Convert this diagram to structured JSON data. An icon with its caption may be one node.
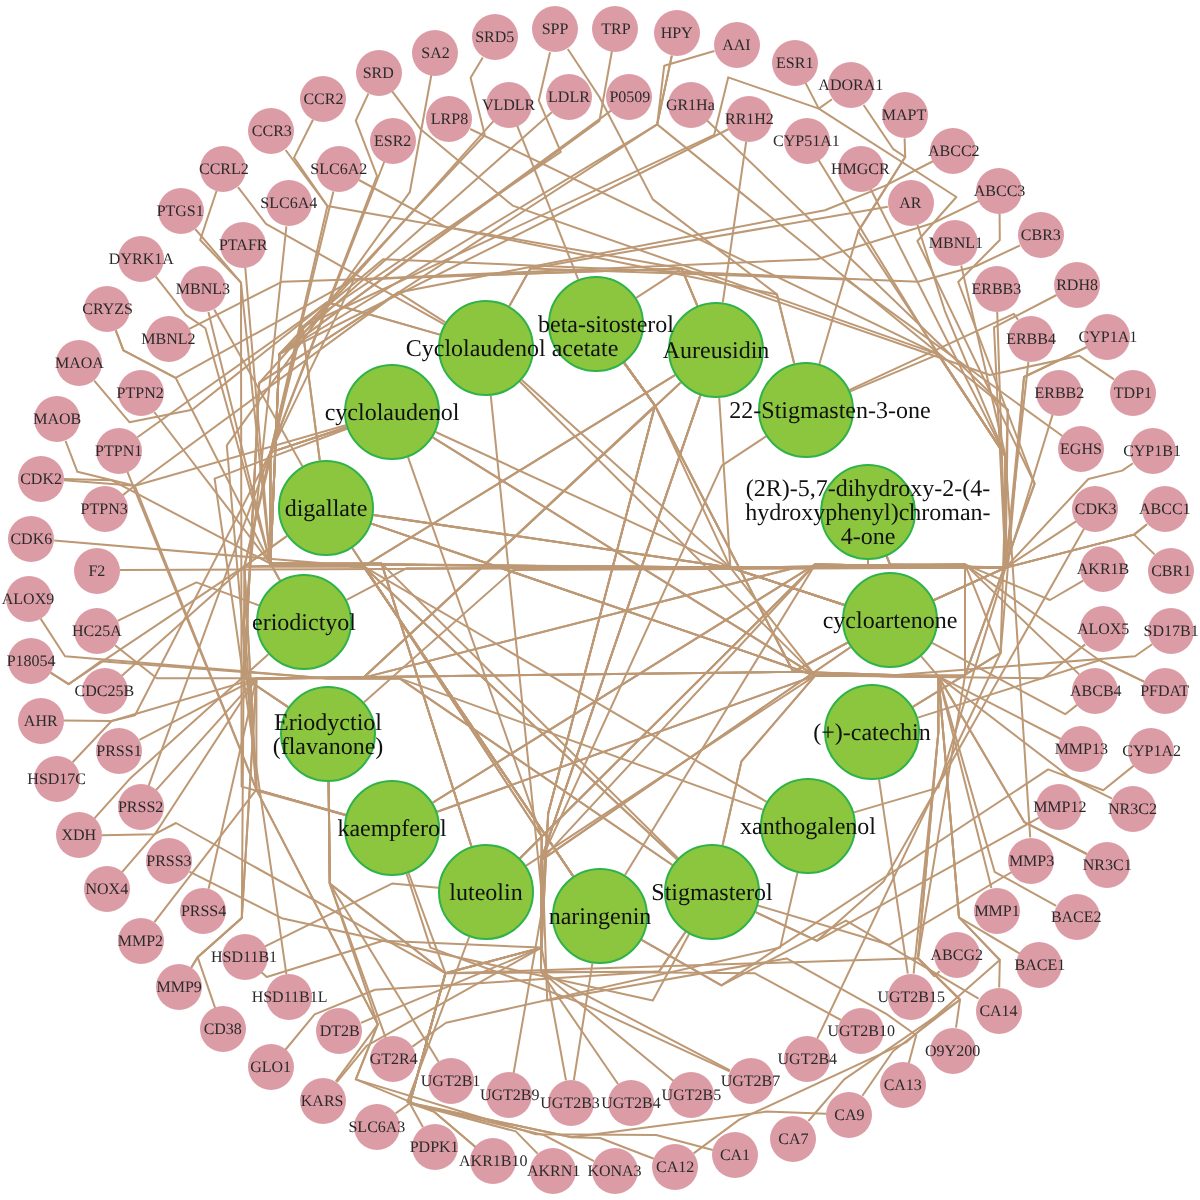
{
  "diagram": {
    "nodes": [
      {
        "text": [
          "beta-sitosterol"
        ]
      },
      {
        "text": [
          "Aureusidin"
        ]
      },
      {
        "text": [
          "22-Stigmasten-3-one"
        ]
      },
      {
        "text": [
          "(2R)-5,7-dihydroxy-2-(4-hydroxyphenyl)chroman-4-one"
        ]
      },
      {
        "text": [
          "cycloartenone"
        ]
      },
      {
        "text": [
          "(+)-catechin"
        ]
      },
      {
        "text": [
          "xanthogalenol"
        ]
      },
      {
        "text": [
          "Stigmasterol"
        ]
      },
      {
        "text": [
          "naringenin"
        ]
      },
      {
        "text": [
          "luteolin"
        ]
      },
      {
        "text": [
          "kaempferol"
        ]
      },
      {
        "text": [
          "Eriodyctiol (flavanone)"
        ]
      },
      {
        "text": [
          "eriodictyol"
        ]
      },
      {
        "text": [
          "digallate"
        ]
      },
      {
        "text": [
          "cyclolaudenol"
        ]
      },
      {
        "text": [
          "Cyclolaudenol acetate"
        ]
      },
      {
        "text": [
          "TRP"
        ]
      },
      {
        "text": [
          "HPY"
        ]
      },
      {
        "text": [
          "AAI"
        ]
      },
      {
        "text": [
          "ESR1"
        ]
      },
      {
        "text": [
          "ADORA1"
        ]
      },
      {
        "text": [
          "MAPT"
        ]
      },
      {
        "text": [
          "ABCC2"
        ]
      },
      {
        "text": [
          "ABCC3"
        ]
      },
      {
        "text": [
          "CBR3"
        ]
      },
      {
        "text": [
          "RDH8"
        ]
      },
      {
        "text": [
          "CYP1A1"
        ]
      },
      {
        "text": [
          "TDP1"
        ]
      },
      {
        "text": [
          "CYP1B1"
        ]
      },
      {
        "text": [
          "ABCC1"
        ]
      },
      {
        "text": [
          "CBR1"
        ]
      },
      {
        "text": [
          "SD17B1"
        ]
      },
      {
        "text": [
          "PFDAT"
        ]
      },
      {
        "text": [
          "CYP1A2"
        ]
      },
      {
        "text": [
          "NR3C2"
        ]
      },
      {
        "text": [
          "NR3C1"
        ]
      },
      {
        "text": [
          "BACE2"
        ]
      },
      {
        "text": [
          "BACE1"
        ]
      },
      {
        "text": [
          "CA14"
        ]
      },
      {
        "text": [
          "O9Y200"
        ]
      },
      {
        "text": [
          "CA13"
        ]
      },
      {
        "text": [
          "CA9"
        ]
      },
      {
        "text": [
          "CA7"
        ]
      },
      {
        "text": [
          "CA1"
        ]
      },
      {
        "text": [
          "CA12"
        ]
      },
      {
        "text": [
          "KONA3"
        ]
      },
      {
        "text": [
          "AKRN1"
        ]
      },
      {
        "text": [
          "AKR1B10"
        ]
      },
      {
        "text": [
          "PDPK1"
        ]
      },
      {
        "text": [
          "SLC6A3"
        ]
      },
      {
        "text": [
          "KARS"
        ]
      },
      {
        "text": [
          "GLO1"
        ]
      },
      {
        "text": [
          "CD38"
        ]
      },
      {
        "text": [
          "MMP9"
        ]
      },
      {
        "text": [
          "MMP2"
        ]
      },
      {
        "text": [
          "NOX4"
        ]
      },
      {
        "text": [
          "XDH"
        ]
      },
      {
        "text": [
          "HSD17C"
        ]
      },
      {
        "text": [
          "AHR"
        ]
      },
      {
        "text": [
          "P18054"
        ]
      },
      {
        "text": [
          "ALOX9"
        ]
      },
      {
        "text": [
          "CDK6"
        ]
      },
      {
        "text": [
          "CDK2"
        ]
      },
      {
        "text": [
          "MAOB"
        ]
      },
      {
        "text": [
          "MAOA"
        ]
      },
      {
        "text": [
          "CRYZS"
        ]
      },
      {
        "text": [
          "DYRK1A"
        ]
      },
      {
        "text": [
          "PTGS1"
        ]
      },
      {
        "text": [
          "CCRL2"
        ]
      },
      {
        "text": [
          "CCR3"
        ]
      },
      {
        "text": [
          "CCR2"
        ]
      },
      {
        "text": [
          "SRD"
        ]
      },
      {
        "text": [
          "SA2"
        ]
      },
      {
        "text": [
          "SRD5"
        ]
      },
      {
        "text": [
          "SPP"
        ]
      },
      {
        "text": [
          "P0509"
        ]
      },
      {
        "text": [
          "GR1Ha"
        ]
      },
      {
        "text": [
          "RR1H2"
        ]
      },
      {
        "text": [
          "CYP51A1"
        ]
      },
      {
        "text": [
          "HMGCR"
        ]
      },
      {
        "text": [
          "AR"
        ]
      },
      {
        "text": [
          "MBNL1"
        ]
      },
      {
        "text": [
          "ERBB3"
        ]
      },
      {
        "text": [
          "ERBB4"
        ]
      },
      {
        "text": [
          "ERBB2"
        ]
      },
      {
        "text": [
          "EGHS"
        ]
      },
      {
        "text": [
          "CDK3"
        ]
      },
      {
        "text": [
          "AKR1B"
        ]
      },
      {
        "text": [
          "ALOX5"
        ]
      },
      {
        "text": [
          "ABCB4"
        ]
      },
      {
        "text": [
          "MMP13"
        ]
      },
      {
        "text": [
          "MMP12"
        ]
      },
      {
        "text": [
          "MMP3"
        ]
      },
      {
        "text": [
          "MMP1"
        ]
      },
      {
        "text": [
          "ABCG2"
        ]
      },
      {
        "text": [
          "UGT2B15"
        ]
      },
      {
        "text": [
          "UGT2B10"
        ]
      },
      {
        "text": [
          "UGT2B4"
        ]
      },
      {
        "text": [
          "UGT2B7"
        ]
      },
      {
        "text": [
          "UGT2B5"
        ]
      },
      {
        "text": [
          "UGT2B4"
        ]
      },
      {
        "text": [
          "UGT2B3"
        ]
      },
      {
        "text": [
          "UGT2B9"
        ]
      },
      {
        "text": [
          "UGT2B1"
        ]
      },
      {
        "text": [
          "GT2R4"
        ]
      },
      {
        "text": [
          "DT2B"
        ]
      },
      {
        "text": [
          "HSD11B1L"
        ]
      },
      {
        "text": [
          "HSD11B1"
        ]
      },
      {
        "text": [
          "PRSS4"
        ]
      },
      {
        "text": [
          "PRSS3"
        ]
      },
      {
        "text": [
          "PRSS2"
        ]
      },
      {
        "text": [
          "PRSS1"
        ]
      },
      {
        "text": [
          "CDC25B"
        ]
      },
      {
        "text": [
          "HC25A"
        ]
      },
      {
        "text": [
          "F2"
        ]
      },
      {
        "text": [
          "PTPN3"
        ]
      },
      {
        "text": [
          "PTPN1"
        ]
      },
      {
        "text": [
          "PTPN2"
        ]
      },
      {
        "text": [
          "MBNL2"
        ]
      },
      {
        "text": [
          "MBNL3"
        ]
      },
      {
        "text": [
          "PTAFR"
        ]
      },
      {
        "text": [
          "SLC6A4"
        ]
      },
      {
        "text": [
          "SLC6A2"
        ]
      },
      {
        "text": [
          "ESR2"
        ]
      },
      {
        "text": [
          "LRP8"
        ]
      },
      {
        "text": [
          "VLDLR"
        ]
      },
      {
        "text": [
          "LDLR"
        ]
      }
    ],
    "edges": [
      {
        "from": 16,
        "to": 7,
        "arrow": "none"
      },
      {
        "from": 17,
        "to": 4,
        "arrow": "none"
      },
      {
        "from": 17,
        "to": 9,
        "arrow": "none"
      },
      {
        "from": 18,
        "to": 11,
        "arrow": "none"
      },
      {
        "from": 19,
        "to": 7,
        "arrow": "none"
      },
      {
        "from": 20,
        "to": 13,
        "arrow": "none"
      },
      {
        "from": 20,
        "to": 2,
        "arrow": "none"
      },
      {
        "from": 21,
        "to": 4,
        "arrow": "none"
      },
      {
        "from": 22,
        "to": 11,
        "arrow": "none"
      },
      {
        "from": 23,
        "to": 7,
        "arrow": "none"
      },
      {
        "from": 23,
        "to": 12,
        "arrow": "none"
      },
      {
        "from": 24,
        "to": 13,
        "arrow": "none"
      },
      {
        "from": 25,
        "to": 11,
        "arrow": "none"
      },
      {
        "from": 26,
        "to": 5,
        "arrow": "none"
      },
      {
        "from": 26,
        "to": 10,
        "arrow": "none"
      },
      {
        "from": 27,
        "to": 0,
        "arrow": "none"
      },
      {
        "from": 28,
        "to": 10,
        "arrow": "none"
      },
      {
        "from": 29,
        "to": 8,
        "arrow": "none"
      },
      {
        "from": 29,
        "to": 13,
        "arrow": "none"
      },
      {
        "from": 30,
        "to": 14,
        "arrow": "none"
      },
      {
        "from": 31,
        "to": 10,
        "arrow": "none"
      },
      {
        "from": 32,
        "to": 0,
        "arrow": "none"
      },
      {
        "from": 32,
        "to": 5,
        "arrow": "none"
      },
      {
        "from": 33,
        "to": 8,
        "arrow": "none"
      },
      {
        "from": 34,
        "to": 14,
        "arrow": "none"
      },
      {
        "from": 35,
        "to": 10,
        "arrow": "none"
      },
      {
        "from": 35,
        "to": 15,
        "arrow": "none"
      },
      {
        "from": 36,
        "to": 0,
        "arrow": "none"
      },
      {
        "from": 37,
        "to": 14,
        "arrow": "none"
      },
      {
        "from": 38,
        "to": 8,
        "arrow": "none"
      },
      {
        "from": 38,
        "to": 13,
        "arrow": "none"
      },
      {
        "from": 39,
        "to": 3,
        "arrow": "none"
      },
      {
        "from": 40,
        "to": 14,
        "arrow": "none"
      },
      {
        "from": 41,
        "to": 11,
        "arrow": "none"
      },
      {
        "from": 41,
        "to": 0,
        "arrow": "none"
      },
      {
        "from": 42,
        "to": 1,
        "arrow": "none"
      },
      {
        "from": 43,
        "to": 13,
        "arrow": "none"
      },
      {
        "from": 44,
        "to": 4,
        "arrow": "none"
      },
      {
        "from": 44,
        "to": 9,
        "arrow": "none"
      },
      {
        "from": 45,
        "to": 11,
        "arrow": "none"
      },
      {
        "from": 46,
        "to": 1,
        "arrow": "none"
      },
      {
        "from": 47,
        "to": 13,
        "arrow": "none"
      },
      {
        "from": 47,
        "to": 2,
        "arrow": "none"
      },
      {
        "from": 48,
        "to": 4,
        "arrow": "none"
      },
      {
        "from": 49,
        "to": 1,
        "arrow": "none"
      },
      {
        "from": 50,
        "to": 11,
        "arrow": "none"
      },
      {
        "from": 50,
        "to": 0,
        "arrow": "none"
      },
      {
        "from": 51,
        "to": 7,
        "arrow": "none"
      },
      {
        "from": 52,
        "to": 1,
        "arrow": "none"
      },
      {
        "from": 53,
        "to": 14,
        "arrow": "none"
      },
      {
        "from": 53,
        "to": 3,
        "arrow": "none"
      },
      {
        "from": 54,
        "to": 4,
        "arrow": "none"
      },
      {
        "from": 55,
        "to": 1,
        "arrow": "none"
      },
      {
        "from": 56,
        "to": 7,
        "arrow": "none"
      },
      {
        "from": 56,
        "to": 12,
        "arrow": "none"
      },
      {
        "from": 57,
        "to": 14,
        "arrow": "none"
      },
      {
        "from": 58,
        "to": 4,
        "arrow": "none"
      },
      {
        "from": 59,
        "to": 1,
        "arrow": "none"
      },
      {
        "from": 59,
        "to": 6,
        "arrow": "none"
      },
      {
        "from": 60,
        "to": 7,
        "arrow": "none"
      },
      {
        "from": 61,
        "to": 4,
        "arrow": "none"
      },
      {
        "from": 62,
        "to": 15,
        "arrow": "none"
      },
      {
        "from": 62,
        "to": 4,
        "arrow": "none"
      },
      {
        "from": 63,
        "to": 10,
        "arrow": "none"
      },
      {
        "from": 64,
        "to": 15,
        "arrow": "none"
      },
      {
        "from": 65,
        "to": 1,
        "arrow": "none"
      },
      {
        "from": 65,
        "to": 6,
        "arrow": "none"
      },
      {
        "from": 66,
        "to": 8,
        "arrow": "none"
      },
      {
        "from": 67,
        "to": 4,
        "arrow": "none"
      },
      {
        "from": 68,
        "to": 10,
        "arrow": "none"
      },
      {
        "from": 68,
        "to": 15,
        "arrow": "none"
      },
      {
        "from": 69,
        "to": 1,
        "arrow": "none"
      },
      {
        "from": 70,
        "to": 8,
        "arrow": "none"
      },
      {
        "from": 71,
        "to": 4,
        "arrow": "none"
      },
      {
        "from": 71,
        "to": 9,
        "arrow": "none"
      },
      {
        "from": 72,
        "to": 10,
        "arrow": "none"
      },
      {
        "from": 73,
        "to": 8,
        "arrow": "none"
      },
      {
        "from": 74,
        "to": 2,
        "arrow": "none"
      },
      {
        "from": 74,
        "to": 7,
        "arrow": "none"
      },
      {
        "from": 75,
        "to": 9,
        "arrow": "none"
      },
      {
        "from": 76,
        "to": 5,
        "arrow": "none"
      },
      {
        "from": 77,
        "to": 12,
        "arrow": "none"
      },
      {
        "from": 77,
        "to": 1,
        "arrow": "none"
      },
      {
        "from": 78,
        "to": 9,
        "arrow": "none"
      },
      {
        "from": 79,
        "to": 3,
        "arrow": "none"
      },
      {
        "from": 80,
        "to": 15,
        "arrow": "none"
      },
      {
        "from": 80,
        "to": 4,
        "arrow": "none"
      },
      {
        "from": 81,
        "to": 9,
        "arrow": "none"
      },
      {
        "from": 82,
        "to": 6,
        "arrow": "none"
      },
      {
        "from": 83,
        "to": 13,
        "arrow": "none"
      },
      {
        "from": 83,
        "to": 2,
        "arrow": "none"
      },
      {
        "from": 84,
        "to": 9,
        "arrow": "none"
      },
      {
        "from": 85,
        "to": 15,
        "arrow": "none"
      },
      {
        "from": 86,
        "to": 7,
        "arrow": "none"
      },
      {
        "from": 86,
        "to": 12,
        "arrow": "none"
      },
      {
        "from": 87,
        "to": 13,
        "arrow": "none"
      },
      {
        "from": 88,
        "to": 9,
        "arrow": "none"
      },
      {
        "from": 89,
        "to": 15,
        "arrow": "none"
      },
      {
        "from": 89,
        "to": 4,
        "arrow": "none"
      },
      {
        "from": 90,
        "to": 13,
        "arrow": "none"
      },
      {
        "from": 91,
        "to": 7,
        "arrow": "none"
      },
      {
        "from": 92,
        "to": 2,
        "arrow": "none"
      },
      {
        "from": 92,
        "to": 7,
        "arrow": "none"
      },
      {
        "from": 93,
        "to": 13,
        "arrow": "none"
      },
      {
        "from": 94,
        "to": 10,
        "arrow": "none"
      },
      {
        "from": 95,
        "to": 0,
        "arrow": "none"
      },
      {
        "from": 95,
        "to": 5,
        "arrow": "none"
      },
      {
        "from": 96,
        "to": 13,
        "arrow": "none"
      },
      {
        "from": 97,
        "to": 3,
        "arrow": "none"
      },
      {
        "from": 98,
        "to": 10,
        "arrow": "none"
      },
      {
        "from": 98,
        "to": 15,
        "arrow": "none"
      },
      {
        "from": 99,
        "to": 1,
        "arrow": "none"
      },
      {
        "from": 100,
        "to": 13,
        "arrow": "none"
      },
      {
        "from": 101,
        "to": 3,
        "arrow": "none"
      },
      {
        "from": 101,
        "to": 8,
        "arrow": "none"
      },
      {
        "from": 102,
        "to": 0,
        "arrow": "none"
      },
      {
        "from": 103,
        "to": 11,
        "arrow": "none"
      },
      {
        "from": 104,
        "to": 6,
        "arrow": "none"
      },
      {
        "from": 104,
        "to": 11,
        "arrow": "none"
      },
      {
        "from": 105,
        "to": 0,
        "arrow": "none"
      },
      {
        "from": 106,
        "to": 14,
        "arrow": "none"
      },
      {
        "from": 107,
        "to": 4,
        "arrow": "none"
      },
      {
        "from": 107,
        "to": 9,
        "arrow": "none"
      },
      {
        "from": 108,
        "to": 0,
        "arrow": "none"
      },
      {
        "from": 109,
        "to": 7,
        "arrow": "none"
      },
      {
        "from": 110,
        "to": 14,
        "arrow": "none"
      },
      {
        "from": 110,
        "to": 3,
        "arrow": "none"
      },
      {
        "from": 111,
        "to": 4,
        "arrow": "none"
      },
      {
        "from": 112,
        "to": 1,
        "arrow": "none"
      },
      {
        "from": 113,
        "to": 7,
        "arrow": "none"
      },
      {
        "from": 113,
        "to": 12,
        "arrow": "none"
      },
      {
        "from": 114,
        "to": 4,
        "arrow": "none"
      },
      {
        "from": 115,
        "to": 14,
        "arrow": "none"
      },
      {
        "from": 116,
        "to": 10,
        "arrow": "none"
      },
      {
        "from": 116,
        "to": 15,
        "arrow": "none"
      },
      {
        "from": 117,
        "to": 4,
        "arrow": "none"
      },
      {
        "from": 118,
        "to": 1,
        "arrow": "none"
      },
      {
        "from": 119,
        "to": 8,
        "arrow": "none"
      },
      {
        "from": 119,
        "to": 13,
        "arrow": "none"
      },
      {
        "from": 120,
        "to": 4,
        "arrow": "none"
      },
      {
        "from": 121,
        "to": 10,
        "arrow": "none"
      },
      {
        "from": 122,
        "to": 2,
        "arrow": "none"
      },
      {
        "from": 122,
        "to": 7,
        "arrow": "none"
      },
      {
        "from": 123,
        "to": 8,
        "arrow": "none"
      },
      {
        "from": 124,
        "to": 4,
        "arrow": "none"
      },
      {
        "from": 125,
        "to": 11,
        "arrow": "none"
      },
      {
        "from": 125,
        "to": 0,
        "arrow": "none"
      },
      {
        "from": 126,
        "to": 8,
        "arrow": "none"
      }
    ]
  }
}
